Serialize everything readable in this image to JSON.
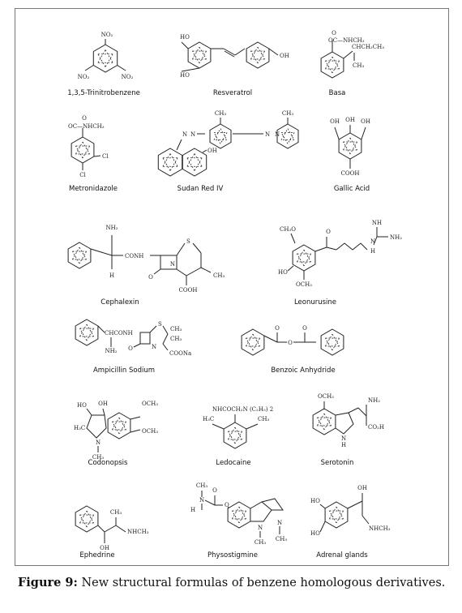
{
  "figure": {
    "caption_bold": "Figure 9:",
    "caption_text": "New structural formulas of benzene homologous derivatives."
  },
  "compounds": [
    {
      "name": "1,3,5-Trinitrobenzene",
      "groups": [
        "NO₂",
        "NO₂",
        "NO₂"
      ]
    },
    {
      "name": "Resveratrol",
      "groups": [
        "HO",
        "HO",
        "OH"
      ]
    },
    {
      "name": "Basa",
      "groups": [
        "O",
        "OC—NHCH₃",
        "CHCH₂CH₃",
        "CH₃"
      ]
    },
    {
      "name": "Metronidazole",
      "groups": [
        "O",
        "OC—NHCH₃",
        "Cl",
        "Cl"
      ]
    },
    {
      "name": "Sudan Red IV",
      "groups": [
        "CH₃",
        "CH₃",
        "N",
        "N",
        "N",
        "N",
        "OH"
      ]
    },
    {
      "name": "Gallic Acid",
      "groups": [
        "OH",
        "OH",
        "OH",
        "COOH"
      ]
    },
    {
      "name": "Cephalexin",
      "groups": [
        "NH₂",
        "H",
        "CONH",
        "S",
        "N",
        "O",
        "COOH",
        "CH₃"
      ]
    },
    {
      "name": "Leonurusine",
      "groups": [
        "CH₃O",
        "HO",
        "OCH₃",
        "O",
        "N",
        "H",
        "NH₂",
        "NH"
      ]
    },
    {
      "name": "Ampicillin Sodium",
      "groups": [
        "CHCONH",
        "NH₂",
        "S",
        "CH₃",
        "CH₃",
        "N",
        "O",
        "COONa"
      ]
    },
    {
      "name": "Benzoic Anhydride",
      "groups": [
        "O",
        "O",
        "O"
      ]
    },
    {
      "name": "Codonopsis",
      "groups": [
        "HO",
        "OH",
        "OCH₃",
        "OCH₃",
        "H₃C",
        "N",
        "CH₃"
      ]
    },
    {
      "name": "Ledocaine",
      "groups": [
        "NHCOCH₂N (C₂H₅) 2",
        "H₃C",
        "CH₃"
      ]
    },
    {
      "name": "Serotonin",
      "groups": [
        "OCH₃",
        "NH₂",
        "CO₂H",
        "N",
        "H"
      ]
    },
    {
      "name": "Ephedrine",
      "groups": [
        "CH₃",
        "NHCH₃",
        "OH"
      ]
    },
    {
      "name": "Physostigmine",
      "groups": [
        "CH₃",
        "N",
        "H",
        "O",
        "O",
        "N",
        "N",
        "CH₃",
        "CH₃"
      ]
    },
    {
      "name": "Adrenal glands",
      "groups": [
        "OH",
        "HO",
        "HO",
        "NHCH₃"
      ]
    }
  ]
}
